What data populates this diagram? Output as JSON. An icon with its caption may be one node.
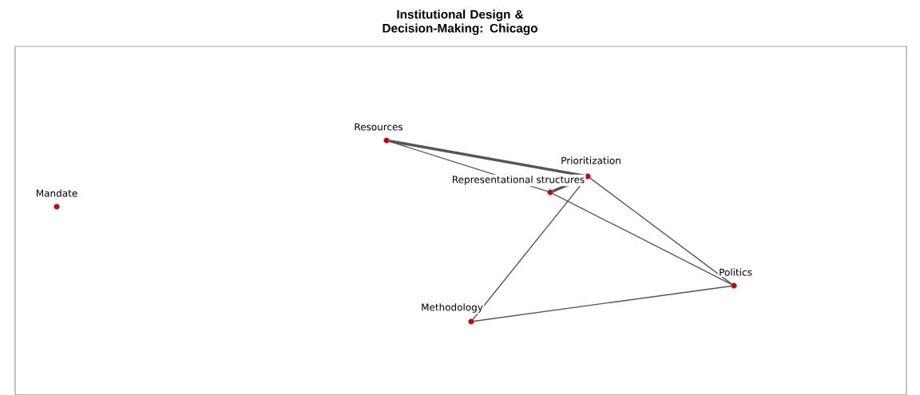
{
  "diagram": {
    "title": "Institutional Design & Decision-Making: Chicago",
    "nodes": [
      {
        "text": [
          "Mandate"
        ]
      },
      {
        "text": [
          "Resources"
        ]
      },
      {
        "text": [
          "Prioritization"
        ]
      },
      {
        "text": [
          "Representational structures"
        ]
      },
      {
        "text": [
          "Politics"
        ]
      },
      {
        "text": [
          "Methodology"
        ]
      }
    ],
    "edges": [
      {
        "from": 1,
        "to": 2,
        "arrow": "none",
        "style": "thick"
      },
      {
        "from": 1,
        "to": 3,
        "arrow": "none"
      },
      {
        "from": 3,
        "to": 2,
        "arrow": "none",
        "style": "thick"
      },
      {
        "from": 3,
        "to": 4,
        "arrow": "none"
      },
      {
        "from": 2,
        "to": 4,
        "arrow": "none"
      },
      {
        "from": 2,
        "to": 5,
        "arrow": "none"
      },
      {
        "from": 5,
        "to": 4,
        "arrow": "none"
      }
    ]
  }
}
